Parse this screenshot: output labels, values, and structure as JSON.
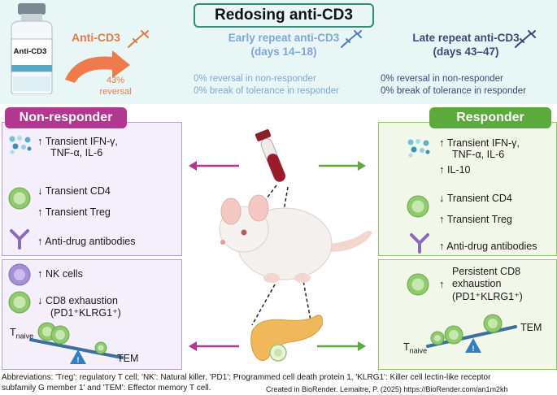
{
  "title": "Redosing anti-CD3",
  "vial": {
    "label": "Anti-CD3"
  },
  "initial": {
    "label": "Anti-CD3",
    "pct": "43%",
    "reversal": "reversal"
  },
  "early": {
    "heading_1": "Early repeat anti-CD3",
    "heading_2": "(days 14–18)",
    "line_1": "0% reversal in non-responder",
    "line_2": "0% break of tolerance in responder"
  },
  "late": {
    "heading_1": "Late repeat anti-CD3",
    "heading_2": "(days 43–47)",
    "line_1": "0% reversal in non-responder",
    "line_2": "0% break of tolerance in responder"
  },
  "non_responder": {
    "title": "Non-responder",
    "items": [
      {
        "arrow": "↑",
        "text_1": "Transient IFN-γ,",
        "text_2": "TNF-α,  IL-6"
      },
      {
        "arrow": "↓",
        "text_1": "Transient CD4"
      },
      {
        "arrow": "↑",
        "text_1": "Transient Treg"
      },
      {
        "arrow": "↑",
        "text_1": "Anti-drug antibodies"
      },
      {
        "arrow": "↑",
        "text_1": "NK cells"
      },
      {
        "arrow": "↓",
        "text_1": "CD8 exhaustion",
        "text_2": "(PD1⁺KLRG1⁺)"
      }
    ],
    "seesaw_left_main": "T",
    "seesaw_left_sub": "naive",
    "seesaw_right": "TEM"
  },
  "responder": {
    "title": "Responder",
    "items": [
      {
        "arrow": "↑",
        "text_1": "Transient IFN-γ,",
        "text_2": "TNF-α,  IL-6"
      },
      {
        "arrow": "↑",
        "text_1": "IL-10"
      },
      {
        "arrow": "↓",
        "text_1": "Transient  CD4"
      },
      {
        "arrow": "↑",
        "text_1": "Transient Treg"
      },
      {
        "arrow": "↑",
        "text_1": "Anti-drug antibodies"
      },
      {
        "arrow": "↑",
        "text_1": "Persistent CD8",
        "text_2": "exhaustion",
        "text_3": "(PD1⁺KLRG1⁺)"
      }
    ],
    "seesaw_left_main": "T",
    "seesaw_left_sub": "naive",
    "seesaw_right": "TEM"
  },
  "footer": {
    "line_1": "Abbreviations: 'Treg': regulatory T cell; 'NK': Natural killer, 'PD1': Programmed cell death protein 1, 'KLRG1': Killer cell lectin-like receptor",
    "line_2": "subfamily G member 1' and 'TEM': Effector memory T cell.",
    "credit": "Created in BioRender. Lemaitre, P. (2025) https://BioRender.com/an1m2kh"
  },
  "colors": {
    "non_responder": "#b33690",
    "responder": "#5daa3c",
    "anti_cd3": "#e57a45",
    "early": "#7ea6d8",
    "late": "#3a4a78",
    "title_border": "#2f8d78"
  },
  "icons": [
    "vial-icon",
    "syringe-icon",
    "cytokine-icon",
    "cell-icon",
    "antibody-icon",
    "nk-cell-icon",
    "mouse-icon",
    "blood-tube-icon",
    "pancreas-icon",
    "seesaw-icon"
  ]
}
